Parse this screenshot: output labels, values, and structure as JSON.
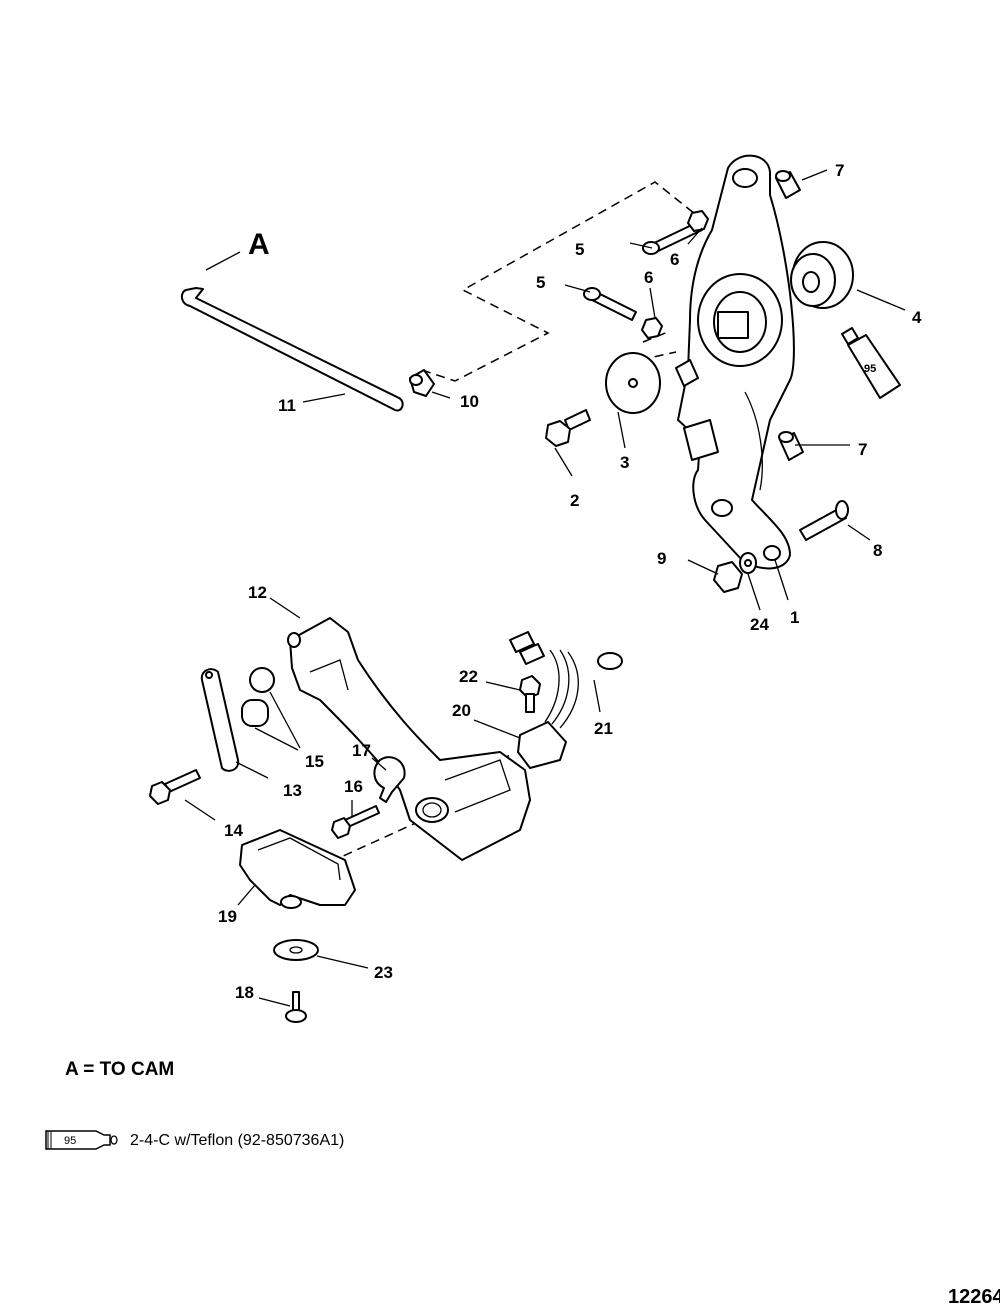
{
  "callouts": [
    {
      "id": "1",
      "label": "1"
    },
    {
      "id": "2",
      "label": "2"
    },
    {
      "id": "3",
      "label": "3"
    },
    {
      "id": "4",
      "label": "4"
    },
    {
      "id": "5a",
      "label": "5"
    },
    {
      "id": "5b",
      "label": "5"
    },
    {
      "id": "6a",
      "label": "6"
    },
    {
      "id": "6b",
      "label": "6"
    },
    {
      "id": "7a",
      "label": "7"
    },
    {
      "id": "7b",
      "label": "7"
    },
    {
      "id": "8",
      "label": "8"
    },
    {
      "id": "9",
      "label": "9"
    },
    {
      "id": "10",
      "label": "10"
    },
    {
      "id": "11",
      "label": "11"
    },
    {
      "id": "12",
      "label": "12"
    },
    {
      "id": "13",
      "label": "13"
    },
    {
      "id": "14",
      "label": "14"
    },
    {
      "id": "15",
      "label": "15"
    },
    {
      "id": "16",
      "label": "16"
    },
    {
      "id": "17",
      "label": "17"
    },
    {
      "id": "18",
      "label": "18"
    },
    {
      "id": "19",
      "label": "19"
    },
    {
      "id": "20",
      "label": "20"
    },
    {
      "id": "21",
      "label": "21"
    },
    {
      "id": "22",
      "label": "22"
    },
    {
      "id": "23",
      "label": "23"
    },
    {
      "id": "24",
      "label": "24"
    }
  ],
  "reference_label": "A",
  "tube_code": "95",
  "notes": {
    "to_cam": "A = TO CAM"
  },
  "legend": {
    "code": "95",
    "text": "2-4-C w/Teflon (92-850736A1)"
  },
  "figure_number": "12264"
}
